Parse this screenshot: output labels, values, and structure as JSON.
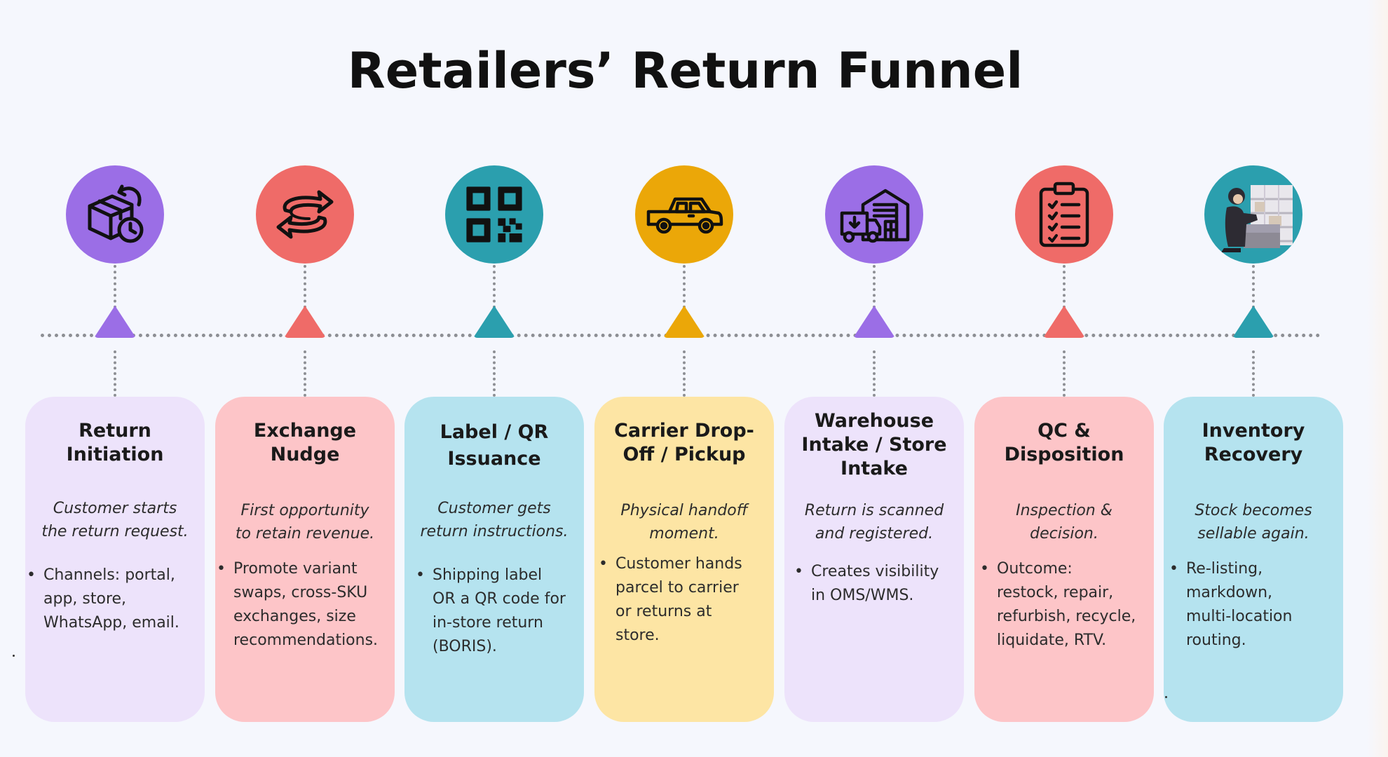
{
  "title": "Retailers’ Return Funnel",
  "stages": [
    {
      "title": "Return\nInitiation",
      "subtitle": "Customer starts\nthe return request.",
      "bullet": "Channels: portal,\napp, store,\nWhatsApp, email.",
      "icon": "box-return-clock-icon",
      "circle_color": "#9b6ee6",
      "card_color": "#ede3fb"
    },
    {
      "title": "Exchange\nNudge",
      "subtitle": "First opportunity\nto retain revenue.",
      "bullet": "Promote variant\nswaps, cross-SKU\nexchanges, size\nrecommendations.",
      "icon": "exchange-arrows-icon",
      "circle_color": "#ef6b68",
      "card_color": "#fdc5c8"
    },
    {
      "title": "Label / QR\nIssuance",
      "subtitle": "Customer gets\nreturn instructions.",
      "bullet": "Shipping label\nOR a QR code for\nin-store return\n(BORIS).",
      "icon": "qr-code-icon",
      "circle_color": "#2b9fae",
      "card_color": "#b5e3ef"
    },
    {
      "title": "Carrier Drop-\nOff / Pickup",
      "subtitle": "Physical handoff\nmoment.",
      "bullet": "Customer hands\nparcel to carrier\nor returns at\nstore.",
      "icon": "pickup-truck-icon",
      "circle_color": "#eba708",
      "card_color": "#fde5a4"
    },
    {
      "title": "Warehouse\nIntake / Store\nIntake",
      "subtitle": "Return is scanned\nand registered.",
      "bullet": "Creates visibility\nin OMS/WMS.",
      "icon": "warehouse-truck-icon",
      "circle_color": "#9b6ee6",
      "card_color": "#ede3fb"
    },
    {
      "title": "QC &\nDisposition",
      "subtitle": "Inspection &\ndecision.",
      "bullet": "Outcome:\nrestock, repair,\nrefurbish, recycle,\nliquidate, RTV.",
      "icon": "clipboard-checklist-icon",
      "circle_color": "#ef6b68",
      "card_color": "#fdc5c8"
    },
    {
      "title": "Inventory\nRecovery",
      "subtitle": "Stock becomes\nsellable again.",
      "bullet": "Re-listing,\nmarkdown,\nmulti-location\nrouting.",
      "icon": "worker-shelving-icon",
      "circle_color": "#2b9fae",
      "card_color": "#b5e3ef"
    }
  ]
}
